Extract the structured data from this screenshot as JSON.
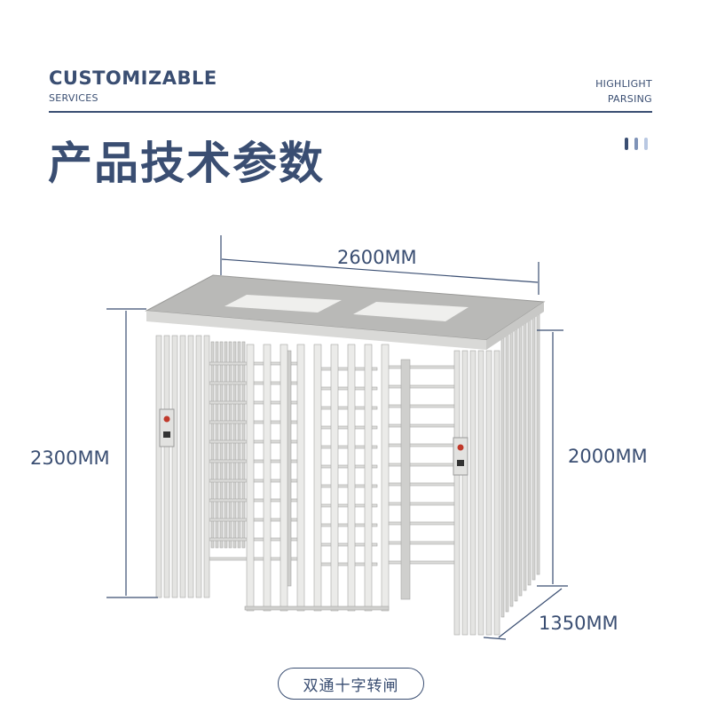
{
  "header": {
    "brand": "CUSTOMIZABLE",
    "brand_sub": "SERVICES",
    "right_line1": "HIGHLIGHT",
    "right_line2": "PARSING",
    "title": "产品技术参数",
    "dot_colors": [
      "#3a4e72",
      "#7f93b8",
      "#b9c8e2"
    ]
  },
  "dimensions": {
    "width": "2600MM",
    "total_height": "2300MM",
    "passage_height": "2000MM",
    "depth": "1350MM"
  },
  "product_label": "双通十字转闸",
  "colors": {
    "accent": "#3a4e72"
  }
}
